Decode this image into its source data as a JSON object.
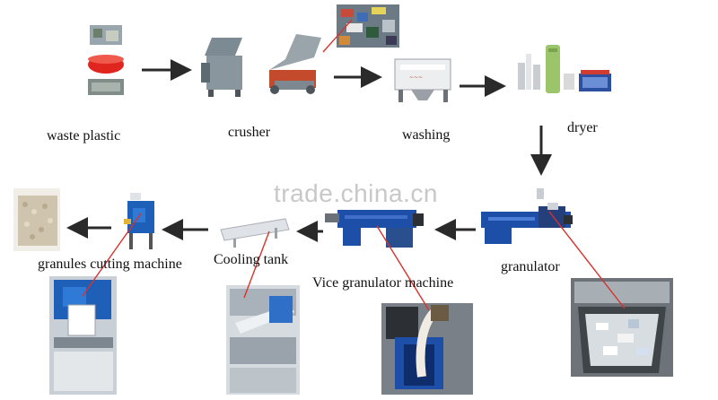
{
  "labels": {
    "waste_plastic": "waste plastic",
    "crusher": "crusher",
    "washing": "washing",
    "dryer": "dryer",
    "granules_cutting": "granules cutting machine",
    "cooling_tank": "Cooling tank",
    "vice_granulator": "Vice granulator machine",
    "granulator": "granulator"
  },
  "watermark": "trade.china.cn",
  "colors": {
    "arrow": "#2a2a2a",
    "pointer_line": "#d8322c",
    "machine_blue": "#1e4fa8",
    "machine_grey": "#8a8f96",
    "washer_white": "#eceef0",
    "dryer_green": "#9cc46a",
    "basin_red": "#e0251f"
  }
}
